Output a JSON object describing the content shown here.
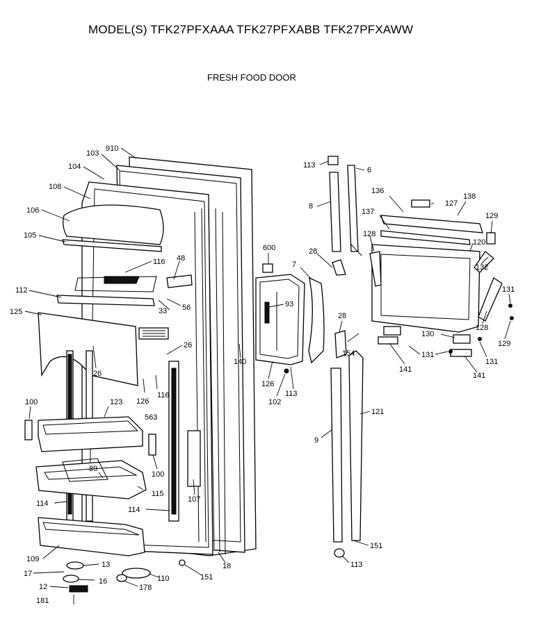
{
  "header": {
    "title": "MODEL(S) TFK27PFXAAA  TFK27PFXABB  TFK27PFXAWW",
    "subtitle": "FRESH FOOD DOOR"
  },
  "callouts": [
    {
      "id": "c910",
      "text": "910"
    },
    {
      "id": "c103",
      "text": "103"
    },
    {
      "id": "c104",
      "text": "104"
    },
    {
      "id": "c108",
      "text": "108"
    },
    {
      "id": "c106",
      "text": "106"
    },
    {
      "id": "c105",
      "text": "105"
    },
    {
      "id": "c116",
      "text": "116"
    },
    {
      "id": "c48",
      "text": "48"
    },
    {
      "id": "c112",
      "text": "112"
    },
    {
      "id": "c33",
      "text": "33"
    },
    {
      "id": "c56",
      "text": "56"
    },
    {
      "id": "c125",
      "text": "125"
    },
    {
      "id": "c26a",
      "text": "26"
    },
    {
      "id": "c26b",
      "text": "26"
    },
    {
      "id": "c126a",
      "text": "126"
    },
    {
      "id": "c116b",
      "text": "116"
    },
    {
      "id": "c563",
      "text": "563"
    },
    {
      "id": "c123",
      "text": "123"
    },
    {
      "id": "c100a",
      "text": "100"
    },
    {
      "id": "c100b",
      "text": "100"
    },
    {
      "id": "c89",
      "text": "89"
    },
    {
      "id": "c115",
      "text": "115"
    },
    {
      "id": "c114a",
      "text": "114"
    },
    {
      "id": "c114b",
      "text": "114"
    },
    {
      "id": "c107",
      "text": "107"
    },
    {
      "id": "c109",
      "text": "109"
    },
    {
      "id": "c13",
      "text": "13"
    },
    {
      "id": "c17",
      "text": "17"
    },
    {
      "id": "c16",
      "text": "16"
    },
    {
      "id": "c12",
      "text": "12"
    },
    {
      "id": "c181",
      "text": "181"
    },
    {
      "id": "c110",
      "text": "110"
    },
    {
      "id": "c178",
      "text": "178"
    },
    {
      "id": "c151a",
      "text": "151"
    },
    {
      "id": "c18",
      "text": "18"
    },
    {
      "id": "c113a",
      "text": "113"
    },
    {
      "id": "c6",
      "text": "6"
    },
    {
      "id": "c8",
      "text": "8"
    },
    {
      "id": "c600",
      "text": "600"
    },
    {
      "id": "c28a",
      "text": "28"
    },
    {
      "id": "c7",
      "text": "7"
    },
    {
      "id": "c93",
      "text": "93"
    },
    {
      "id": "c140",
      "text": "140"
    },
    {
      "id": "c126b",
      "text": "126"
    },
    {
      "id": "c102",
      "text": "102"
    },
    {
      "id": "c113b",
      "text": "113"
    },
    {
      "id": "c28b",
      "text": "28"
    },
    {
      "id": "c154",
      "text": "154"
    },
    {
      "id": "c136",
      "text": "136"
    },
    {
      "id": "c127",
      "text": "127"
    },
    {
      "id": "c138",
      "text": "138"
    },
    {
      "id": "c137",
      "text": "137"
    },
    {
      "id": "c129a",
      "text": "129"
    },
    {
      "id": "c128a",
      "text": "128"
    },
    {
      "id": "c120",
      "text": "120"
    },
    {
      "id": "c132",
      "text": "132"
    },
    {
      "id": "c131a",
      "text": "131"
    },
    {
      "id": "c128b",
      "text": "128"
    },
    {
      "id": "c129b",
      "text": "129"
    },
    {
      "id": "c130",
      "text": "130"
    },
    {
      "id": "c131b",
      "text": "131"
    },
    {
      "id": "c131c",
      "text": "131"
    },
    {
      "id": "c141a",
      "text": "141"
    },
    {
      "id": "c141b",
      "text": "141"
    },
    {
      "id": "c121",
      "text": "121"
    },
    {
      "id": "c9",
      "text": "9"
    },
    {
      "id": "c151b",
      "text": "151"
    },
    {
      "id": "c113c",
      "text": "113"
    }
  ]
}
